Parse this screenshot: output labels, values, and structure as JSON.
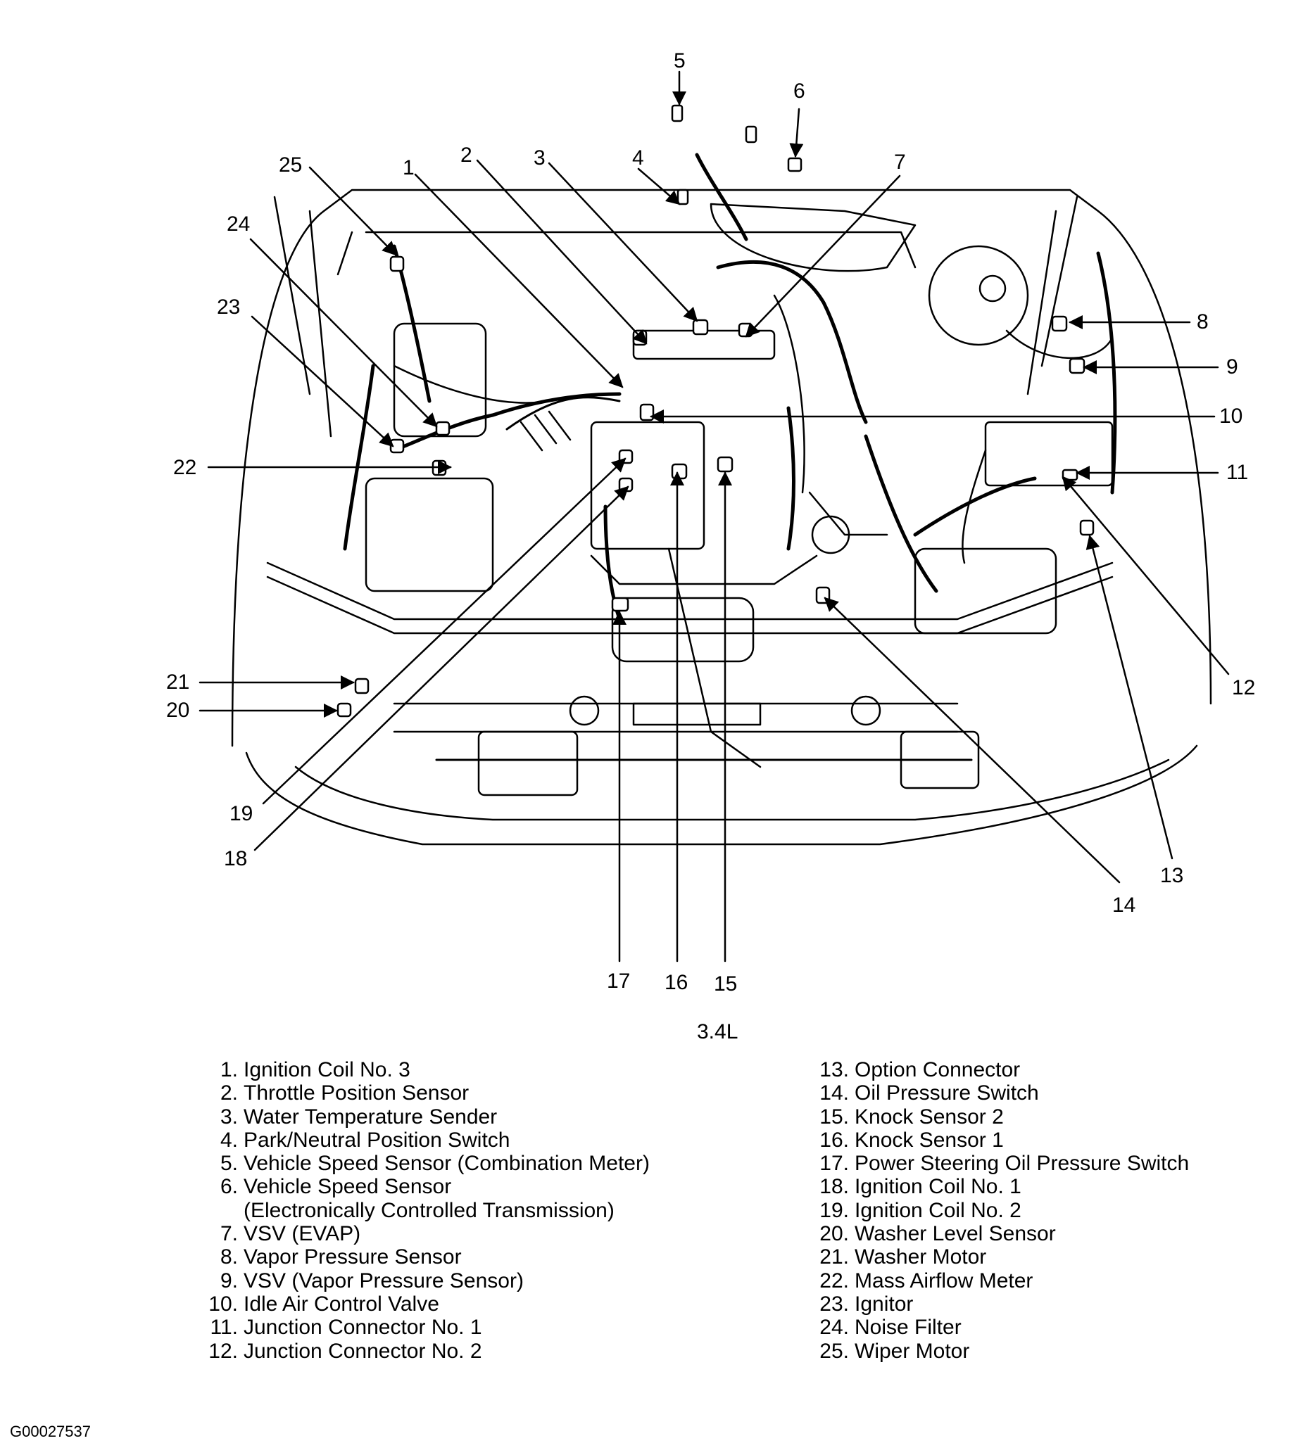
{
  "diagram": {
    "variant_label": "3.4L",
    "figure_id": "G00027537",
    "callout_numbers": [
      "1",
      "2",
      "3",
      "4",
      "5",
      "6",
      "7",
      "8",
      "9",
      "10",
      "11",
      "12",
      "13",
      "14",
      "15",
      "16",
      "17",
      "18",
      "19",
      "20",
      "21",
      "22",
      "23",
      "24",
      "25"
    ]
  },
  "legend": {
    "left": [
      {
        "num": "1.",
        "text": "Ignition Coil No. 3"
      },
      {
        "num": "2.",
        "text": "Throttle Position Sensor"
      },
      {
        "num": "3.",
        "text": "Water Temperature Sender"
      },
      {
        "num": "4.",
        "text": "Park/Neutral Position Switch"
      },
      {
        "num": "5.",
        "text": "Vehicle Speed Sensor (Combination Meter)"
      },
      {
        "num": "6.",
        "text": "Vehicle Speed Sensor"
      },
      {
        "num": "",
        "text": "(Electronically Controlled Transmission)"
      },
      {
        "num": "7.",
        "text": "VSV (EVAP)"
      },
      {
        "num": "8.",
        "text": "Vapor Pressure Sensor"
      },
      {
        "num": "9.",
        "text": "VSV (Vapor Pressure Sensor)"
      },
      {
        "num": "10.",
        "text": "Idle Air Control Valve"
      },
      {
        "num": "11.",
        "text": "Junction Connector No. 1"
      },
      {
        "num": "12.",
        "text": "Junction Connector No. 2"
      }
    ],
    "right": [
      {
        "num": "13.",
        "text": "Option Connector"
      },
      {
        "num": "14.",
        "text": "Oil Pressure Switch"
      },
      {
        "num": "15.",
        "text": "Knock Sensor 2"
      },
      {
        "num": "16.",
        "text": "Knock Sensor 1"
      },
      {
        "num": "17.",
        "text": "Power Steering Oil Pressure Switch"
      },
      {
        "num": "18.",
        "text": "Ignition Coil No. 1"
      },
      {
        "num": "19.",
        "text": "Ignition Coil No. 2"
      },
      {
        "num": "20.",
        "text": "Washer Level Sensor"
      },
      {
        "num": "21.",
        "text": "Washer Motor"
      },
      {
        "num": "22.",
        "text": "Mass Airflow Meter"
      },
      {
        "num": "23.",
        "text": "Ignitor"
      },
      {
        "num": "24.",
        "text": "Noise Filter"
      },
      {
        "num": "25.",
        "text": "Wiper Motor"
      }
    ]
  }
}
